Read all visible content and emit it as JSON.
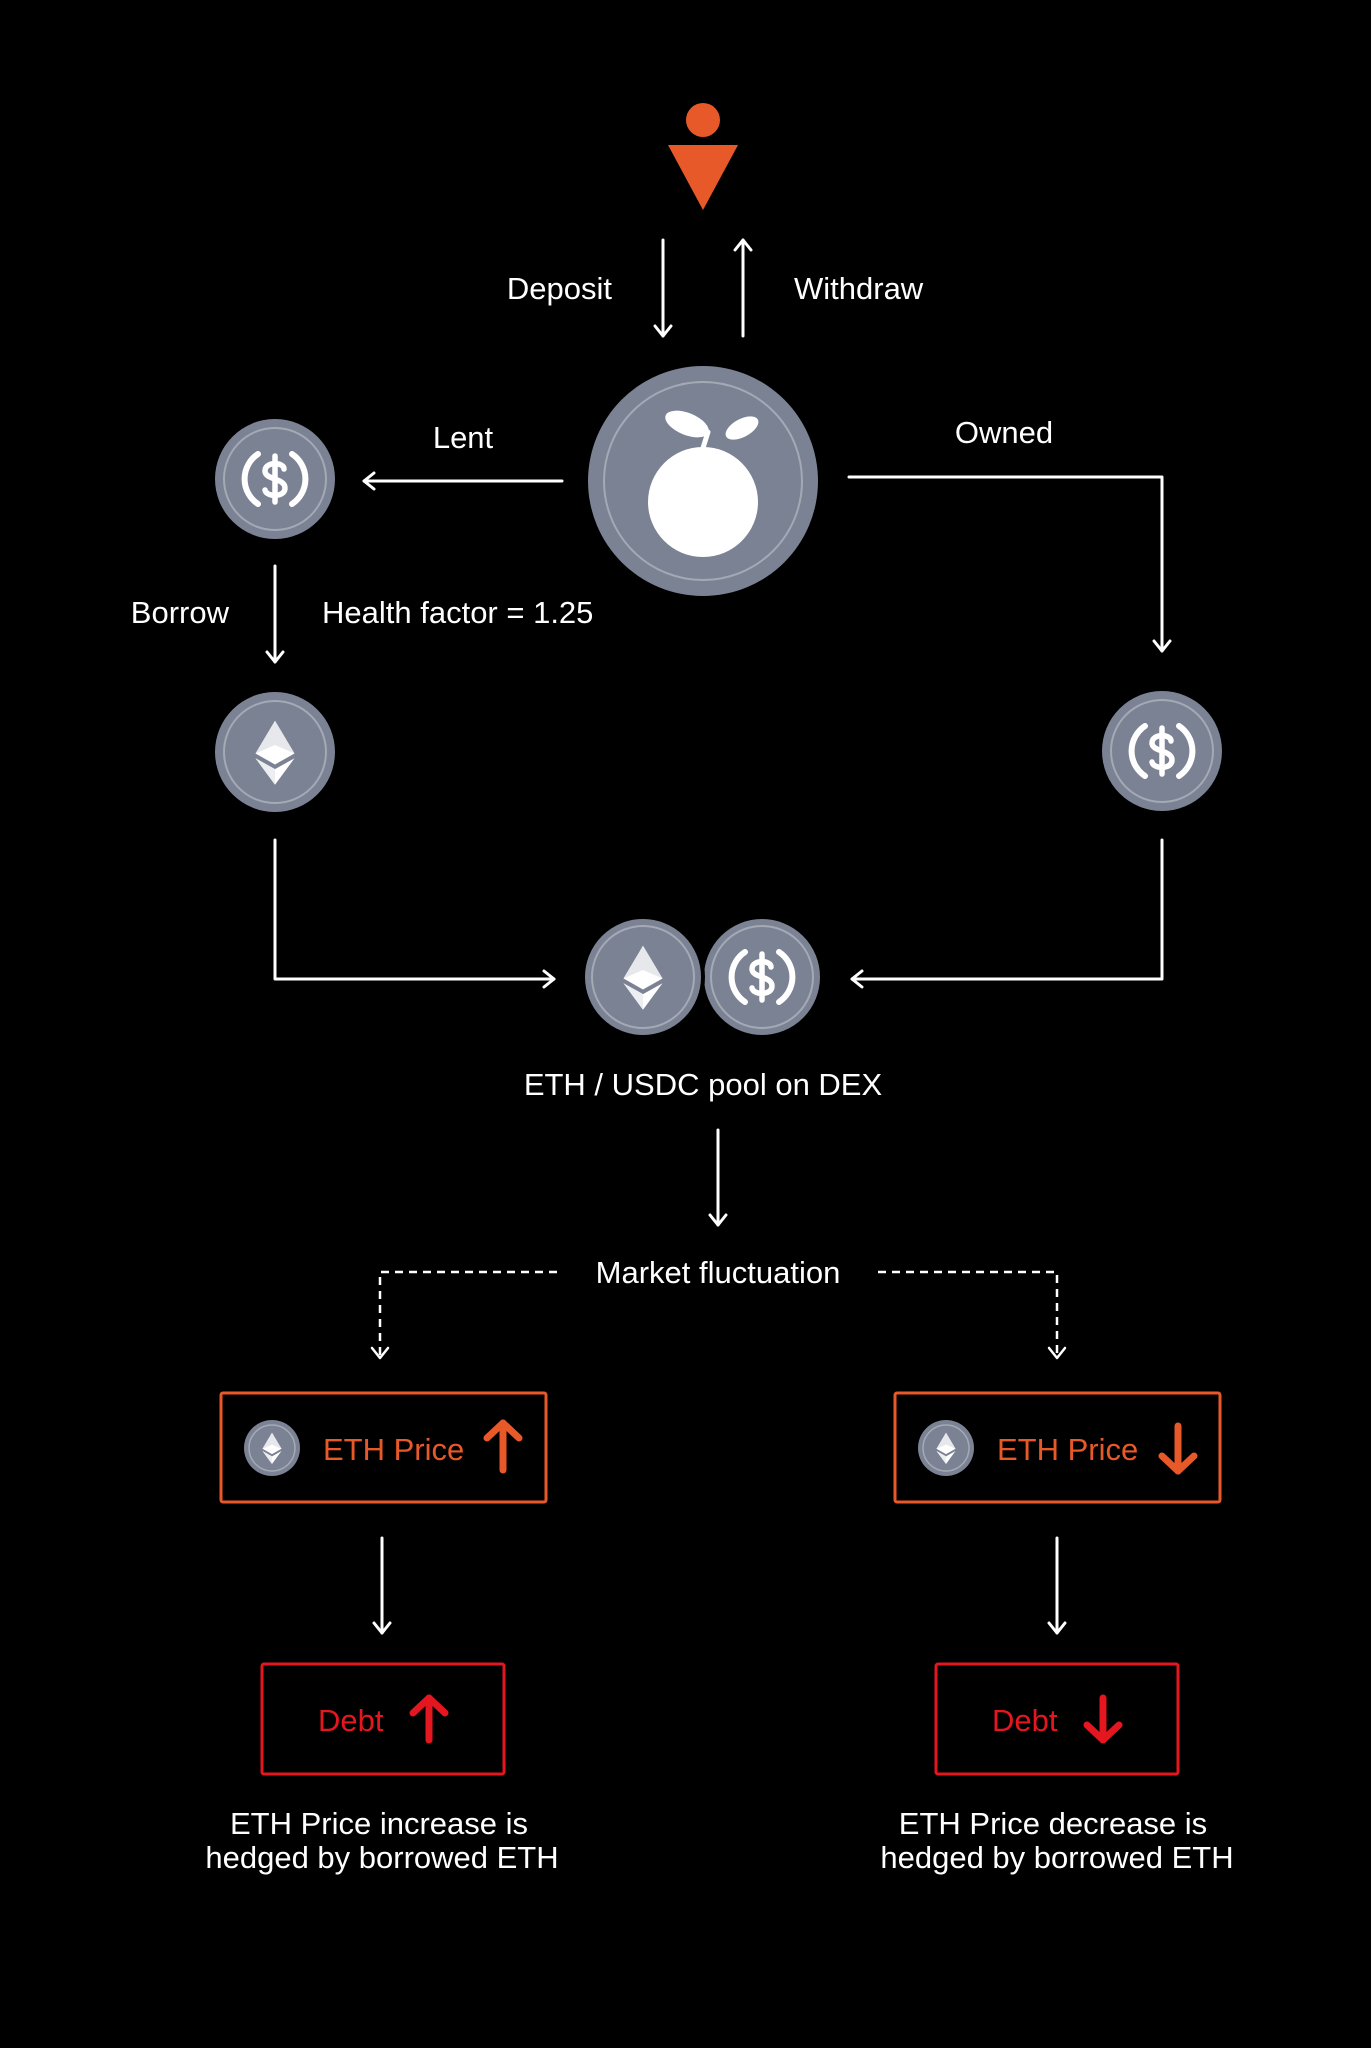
{
  "colors": {
    "background": "#000000",
    "white": "#ffffff",
    "coin_fill": "#7b8293",
    "coin_ring": "#a3a9b5",
    "accent_orange": "#e8592a",
    "debt_red": "#e4161f"
  },
  "icons": [
    "user-icon",
    "apple-icon",
    "usdc-icon",
    "eth-icon",
    "arrow-up-icon",
    "arrow-down-icon"
  ],
  "labels": {
    "deposit": "Deposit",
    "withdraw": "Withdraw",
    "lent": "Lent",
    "owned": "Owned",
    "borrow": "Borrow",
    "health_factor": "Health factor = 1.25",
    "pool": "ETH / USDC pool on DEX",
    "market": "Market fluctuation"
  },
  "scenarios": {
    "up": {
      "price_label": "ETH Price",
      "debt_label": "Debt",
      "caption_line1": "ETH Price increase is",
      "caption_line2": "hedged by borrowed ETH"
    },
    "down": {
      "price_label": "ETH Price",
      "debt_label": "Debt",
      "caption_line1": "ETH Price decrease is",
      "caption_line2": "hedged by borrowed ETH"
    }
  }
}
